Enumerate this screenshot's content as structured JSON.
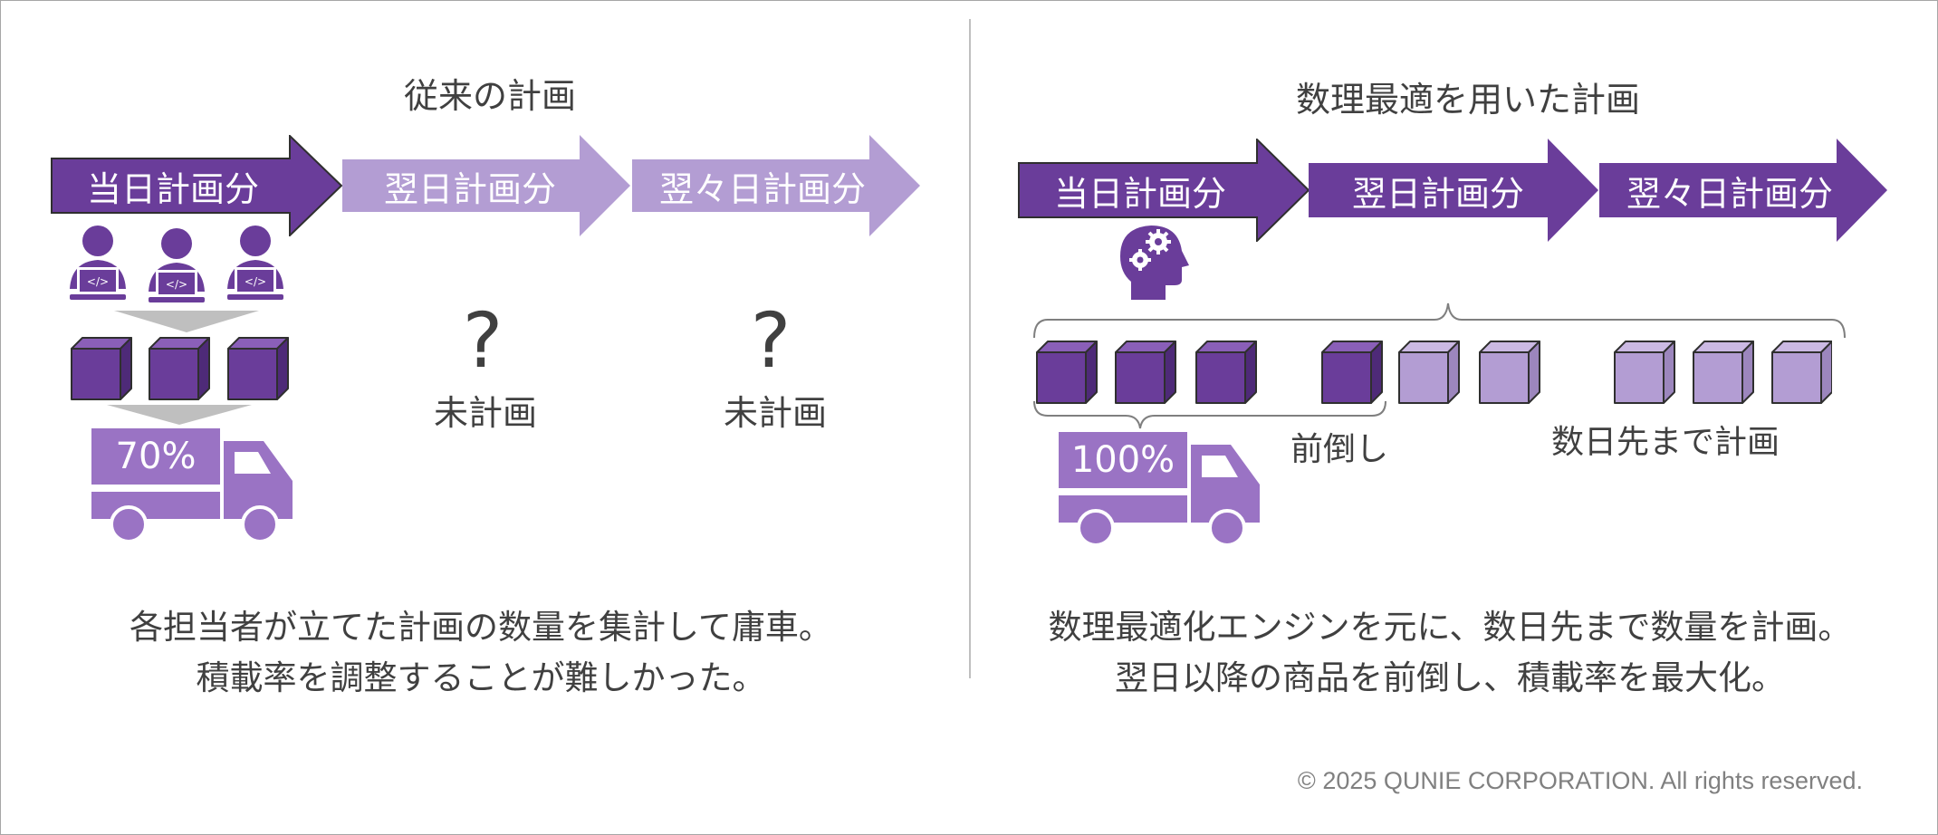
{
  "left_panel": {
    "title": "従来の計画",
    "arrows": [
      {
        "label": "当日計画分",
        "color": "#6a3d9a"
      },
      {
        "label": "翌日計画分",
        "color": "#b39dd3"
      },
      {
        "label": "翌々日計画分",
        "color": "#b39dd3"
      }
    ],
    "truck_load": "70%",
    "unplanned_mark": "?",
    "unplanned_label": "未計画",
    "caption_lines": [
      "各担当者が立てた計画の数量を集計して庸車。",
      "積載率を調整することが難しかった。"
    ]
  },
  "right_panel": {
    "title": "数理最適を用いた計画",
    "arrows": [
      {
        "label": "当日計画分",
        "color": "#6a3d9a"
      },
      {
        "label": "翌日計画分",
        "color": "#6a3d9a"
      },
      {
        "label": "翌々日計画分",
        "color": "#6a3d9a"
      }
    ],
    "truck_load": "100%",
    "pull_forward_label": "前倒し",
    "multi_day_label": "数日先まで計画",
    "caption_lines": [
      "数理最適化エンジンを元に、数日先まで数量を計画。",
      "翌日以降の商品を前倒し、積載率を最大化。"
    ]
  },
  "icons": {
    "person": "developer-at-laptop-icon",
    "box": "cube-icon",
    "truck": "truck-icon",
    "brain": "head-with-gears-icon"
  },
  "colors": {
    "dark_purple": "#6a3d9a",
    "light_purple": "#b39dd3",
    "truck_purple": "#9a73c4",
    "gray_funnel": "#bfbfbf"
  },
  "copyright": "© 2025 QUNIE CORPORATION. All rights reserved."
}
